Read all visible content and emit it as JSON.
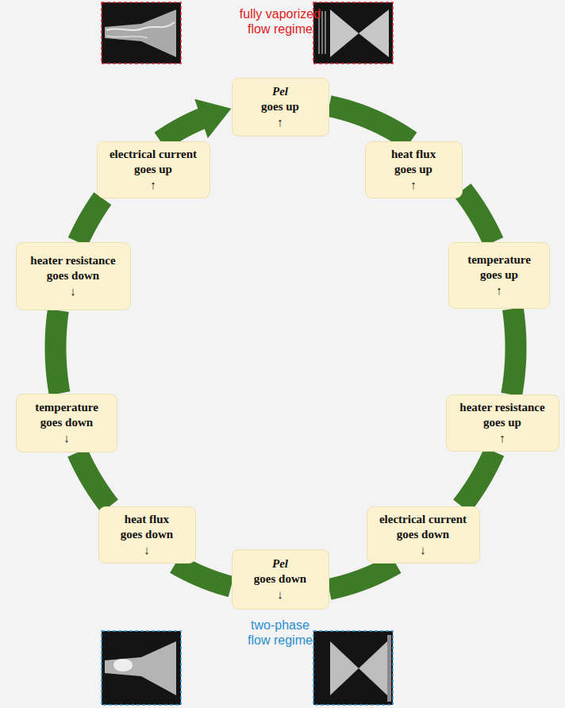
{
  "diagram": {
    "nodes": [
      {
        "text": [
          "Pel goes up ↑"
        ]
      },
      {
        "text": [
          "heat flux goes up ↑"
        ]
      },
      {
        "text": [
          "temperature goes up ↑"
        ]
      },
      {
        "text": [
          "heater resistance goes up ↑"
        ]
      },
      {
        "text": [
          "electrical current goes down ↓"
        ]
      },
      {
        "text": [
          "Pel goes down ↓"
        ]
      },
      {
        "text": [
          "heat flux goes down ↓"
        ]
      },
      {
        "text": [
          "temperature goes down ↓"
        ]
      },
      {
        "text": [
          "heater resistance goes down ↓"
        ]
      },
      {
        "text": [
          "electrical current goes up ↑"
        ]
      }
    ],
    "edges": [
      {
        "from": 0,
        "to": 1,
        "arrow": "none"
      },
      {
        "from": 1,
        "to": 2,
        "arrow": "none"
      },
      {
        "from": 2,
        "to": 3,
        "arrow": "none"
      },
      {
        "from": 3,
        "to": 4,
        "arrow": "none"
      },
      {
        "from": 4,
        "to": 5,
        "arrow": "none"
      },
      {
        "from": 5,
        "to": 6,
        "arrow": "none"
      },
      {
        "from": 6,
        "to": 7,
        "arrow": "none"
      },
      {
        "from": 7,
        "to": 8,
        "arrow": "none"
      },
      {
        "from": 8,
        "to": 9,
        "arrow": "none"
      },
      {
        "from": 9,
        "to": 0,
        "arrow": "to"
      }
    ],
    "labels": [
      "fully vaporized flow regime",
      "two-phase flow regime"
    ]
  }
}
